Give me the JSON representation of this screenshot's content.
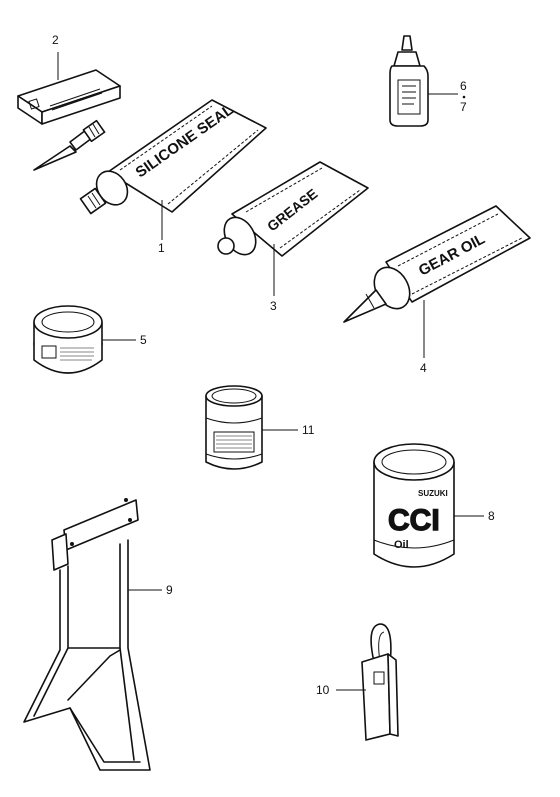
{
  "callouts": {
    "n1": "1",
    "n2": "2",
    "n3": "3",
    "n4": "4",
    "n5": "5",
    "n6": "6",
    "n7": "7",
    "n8": "8",
    "n9": "9",
    "n10": "10",
    "n11": "11"
  },
  "labels": {
    "silicone_seal": "SILICONE SEAL",
    "grease": "GREASE",
    "gear_oil": "GEAR OIL",
    "can_brand": "SUZUKI",
    "can_big_text": "CCI",
    "can_oil_text": "Oil"
  }
}
